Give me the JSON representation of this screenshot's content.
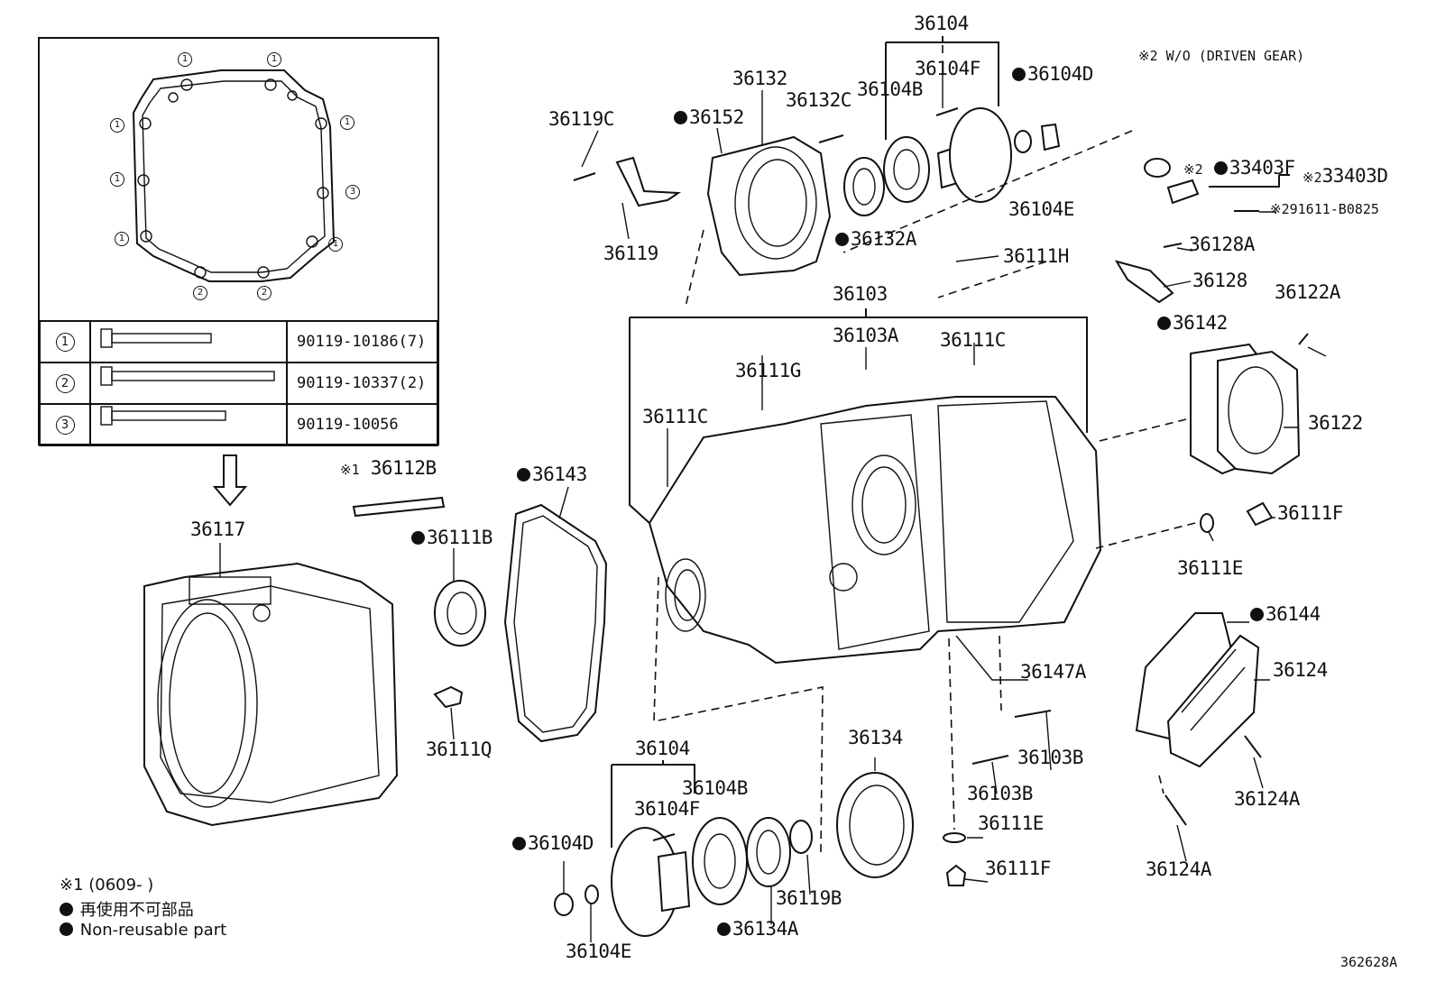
{
  "note_w_o": "※2 W/O (DRIVEN GEAR)",
  "diagram_id": "362628A",
  "legend": {
    "note1": "※1 (0609-       )",
    "jp": "再使用不可部品",
    "en": "Non-reusable part"
  },
  "bolt_table": [
    {
      "num": "1",
      "part": "90119-10186(7)"
    },
    {
      "num": "2",
      "part": "90119-10337(2)"
    },
    {
      "num": "3",
      "part": "90119-10056"
    }
  ],
  "gasket_marks": {
    "m1": "1",
    "m2": "2",
    "m3": "3"
  },
  "labels": {
    "p36104_top": "36104",
    "p36104F_top": "36104F",
    "p36104D_top": "36104D",
    "p36104B_top": "36104B",
    "p36104E_top": "36104E",
    "p36132": "36132",
    "p36132C": "36132C",
    "p36132A": "36132A",
    "p36152": "36152",
    "p36119C": "36119C",
    "p36119": "36119",
    "p33403F": "33403F",
    "p33403D": "33403D",
    "mark2a": "※2",
    "mark2b": "※2",
    "mark2c": "※2",
    "p91611": "91611-B0825",
    "p36128A": "36128A",
    "p36128": "36128",
    "p36111H": "36111H",
    "p36103": "36103",
    "p36103A": "36103A",
    "p36111C_r": "36111C",
    "p36111G": "36111G",
    "p36111C_l": "36111C",
    "p36122A": "36122A",
    "p36142": "36142",
    "p36122": "36122",
    "p36112B": "36112B",
    "mark1": "※1",
    "p36117": "36117",
    "p36111B": "36111B",
    "p36143": "36143",
    "p36111F_r": "36111F",
    "p36111E_r": "36111E",
    "p36144": "36144",
    "p36124": "36124",
    "p36147A": "36147A",
    "p36111Q": "36111Q",
    "p36104_bot": "36104",
    "p36104B_bot": "36104B",
    "p36104F_bot": "36104F",
    "p36104D_bot": "36104D",
    "p36104E_bot": "36104E",
    "p36134": "36134",
    "p36119B": "36119B",
    "p36134A": "36134A",
    "p36103B_a": "36103B",
    "p36103B_b": "36103B",
    "p36111E_b": "36111E",
    "p36111F_b": "36111F",
    "p36124A_a": "36124A",
    "p36124A_b": "36124A"
  }
}
